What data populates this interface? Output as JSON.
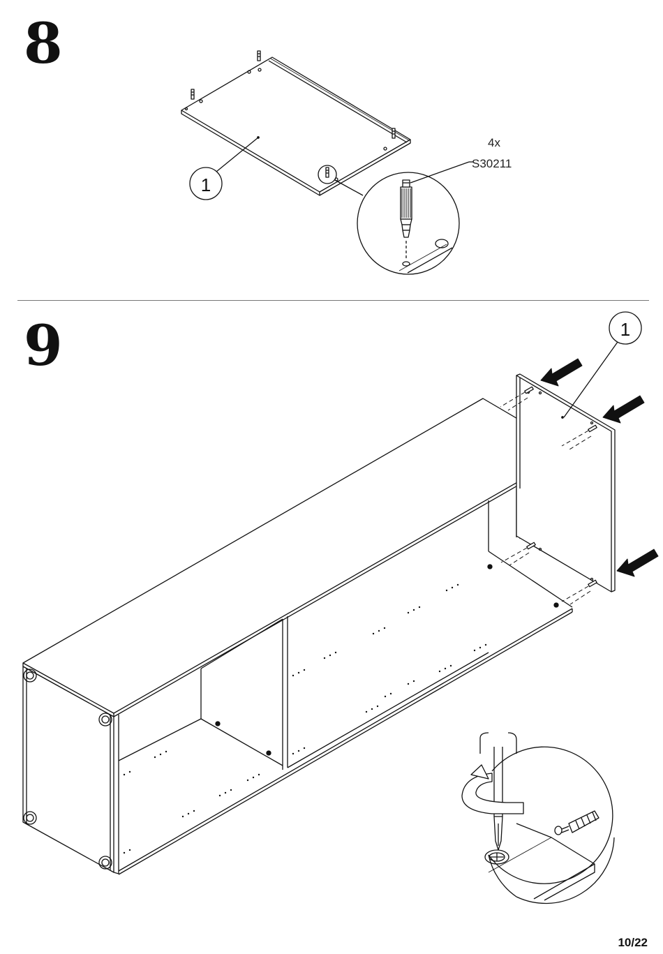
{
  "step8": {
    "number": "8",
    "part_label": "1",
    "quantity": "4x",
    "part_code": "S30211"
  },
  "step9": {
    "number": "9",
    "part_label": "1"
  },
  "footer": {
    "page_number": "10/22"
  },
  "icons": [
    "dowel-icon",
    "screwdriver-icon",
    "rotate-arrow-icon",
    "push-arrow-icon",
    "cam-lock-icon"
  ]
}
